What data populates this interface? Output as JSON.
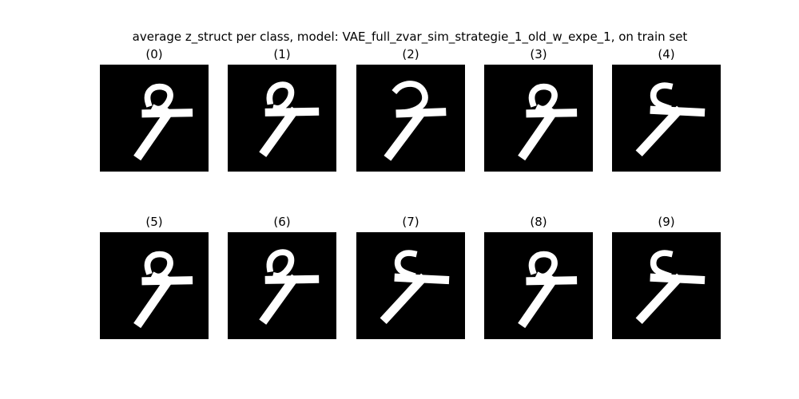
{
  "figure": {
    "title": "average z_struct per class, model: VAE_full_zvar_sim_strategie_1_old_w_expe_1, on train set",
    "panels": [
      {
        "label": "(0)",
        "variant": "wide-cap"
      },
      {
        "label": "(1)",
        "variant": "tall-loop"
      },
      {
        "label": "(2)",
        "variant": "round-loop"
      },
      {
        "label": "(3)",
        "variant": "wide-cap"
      },
      {
        "label": "(4)",
        "variant": "s-loop"
      },
      {
        "label": "(5)",
        "variant": "wide-cap"
      },
      {
        "label": "(6)",
        "variant": "tall-loop"
      },
      {
        "label": "(7)",
        "variant": "s-loop"
      },
      {
        "label": "(8)",
        "variant": "wide-cap"
      },
      {
        "label": "(9)",
        "variant": "s-loop"
      }
    ],
    "colors": {
      "background": "#ffffff",
      "image_bg": "#000000",
      "ink": "#ffffff"
    }
  }
}
